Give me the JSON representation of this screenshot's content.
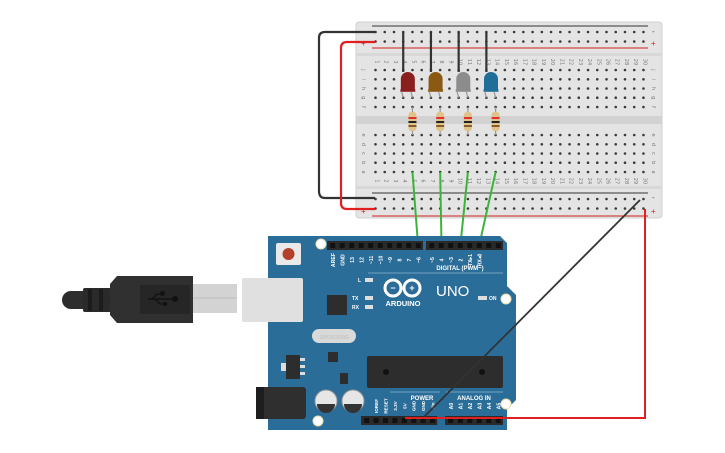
{
  "breadboard": {
    "row_letters_top": [
      "j",
      "i",
      "h",
      "g",
      "f"
    ],
    "row_letters_bottom": [
      "e",
      "d",
      "c",
      "b",
      "a"
    ],
    "columns": [
      "1",
      "2",
      "3",
      "4",
      "5",
      "6",
      "7",
      "8",
      "9",
      "10",
      "11",
      "12",
      "13",
      "14",
      "15",
      "16",
      "17",
      "18",
      "19",
      "20",
      "21",
      "22",
      "23",
      "24",
      "25",
      "26",
      "27",
      "28",
      "29",
      "30"
    ],
    "rail_minus": "-",
    "rail_plus": "+"
  },
  "leds": [
    {
      "color": "#8b1f1f",
      "column": "4"
    },
    {
      "color": "#8a5a14",
      "column": "7"
    },
    {
      "color": "#8c8c8c",
      "column": "10"
    },
    {
      "color": "#1f6e9a",
      "column": "13"
    }
  ],
  "arduino": {
    "board_color": "#2b6d99",
    "brand": "ARDUINO",
    "model": "UNO",
    "digital_label": "DIGITAL (PWM~)",
    "digital_pins": [
      "AREF",
      "GND",
      "13",
      "12",
      "~11",
      "~10",
      "~9",
      "8",
      "7",
      "~6",
      "~5",
      "4",
      "~3",
      "2",
      "TX▸1",
      "RX◂0"
    ],
    "power_label": "POWER",
    "power_pins": [
      "IOREF",
      "RESET",
      "3.3V",
      "5V",
      "GND",
      "GND",
      "Vin"
    ],
    "analog_label": "ANALOG IN",
    "analog_pins": [
      "A0",
      "A1",
      "A2",
      "A3",
      "A4",
      "A5"
    ],
    "led_labels": {
      "l": "L",
      "tx": "TX",
      "rx": "RX",
      "on": "ON"
    },
    "crystal": "SPK16.000G"
  },
  "wires": {
    "signal_color": "#3cb43c",
    "ground_color": "#333333",
    "power_color": "#e02020",
    "signal_pins": [
      "8",
      "6",
      "4",
      "2"
    ]
  }
}
